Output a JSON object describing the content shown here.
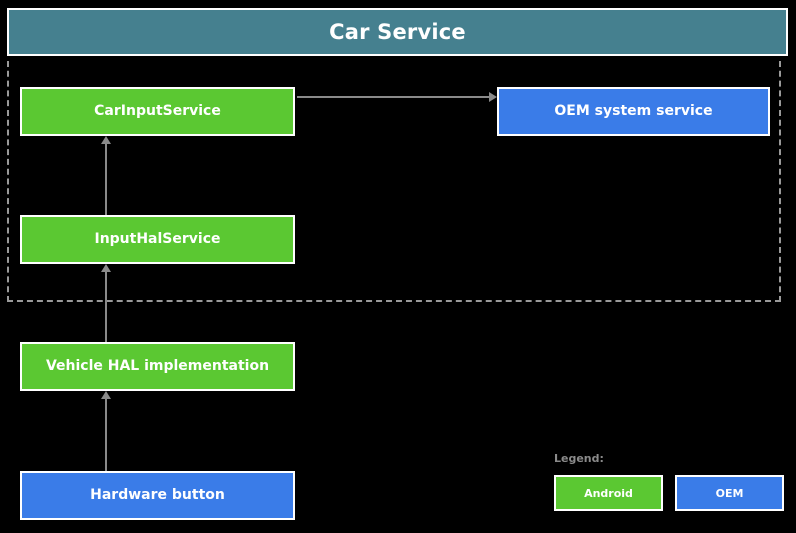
{
  "diagram": {
    "title": "Car Service",
    "background_color": "#000000",
    "header_color": "#45808F",
    "android_color": "#5BC832",
    "oem_color": "#3A7CE8",
    "border_color": "#ffffff",
    "arrow_color": "#8a8a8a",
    "dashed_boundary_color": "#9a9a9a"
  },
  "nodes": {
    "car_input_service": {
      "label": "CarInputService",
      "category": "Android"
    },
    "oem_system_service": {
      "label": "OEM system service",
      "category": "OEM"
    },
    "input_hal_service": {
      "label": "InputHalService",
      "category": "Android"
    },
    "vehicle_hal": {
      "label": "Vehicle HAL implementation",
      "category": "Android"
    },
    "hardware_button": {
      "label": "Hardware button",
      "category": "OEM"
    }
  },
  "legend": {
    "label": "Legend:",
    "items": [
      {
        "label": "Android",
        "color": "#5BC832"
      },
      {
        "label": "OEM",
        "color": "#3A7CE8"
      }
    ]
  }
}
